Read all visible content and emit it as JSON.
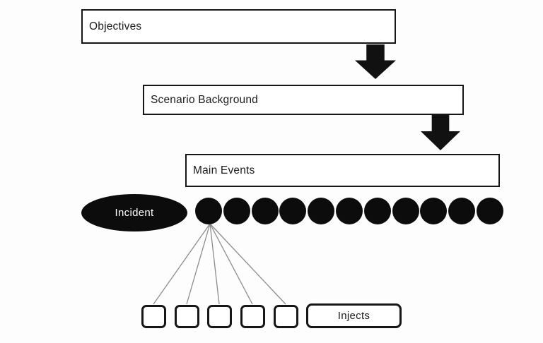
{
  "diagram": {
    "background_color": "#fdfdfd",
    "ink_color": "#161616",
    "shape_fill_color": "#0c0c0c",
    "fan_line_color": "#8c8c8c",
    "flow_boxes": [
      {
        "label": "Objectives"
      },
      {
        "label": "Scenario Background"
      },
      {
        "label": "Main Events"
      }
    ],
    "arrows": {
      "count": 2,
      "direction": "down"
    },
    "incident": {
      "label": "Incident"
    },
    "event_dots": {
      "count": 11
    },
    "fan": {
      "line_count": 5
    },
    "injects": {
      "label": "Injects",
      "square_count": 5
    }
  }
}
